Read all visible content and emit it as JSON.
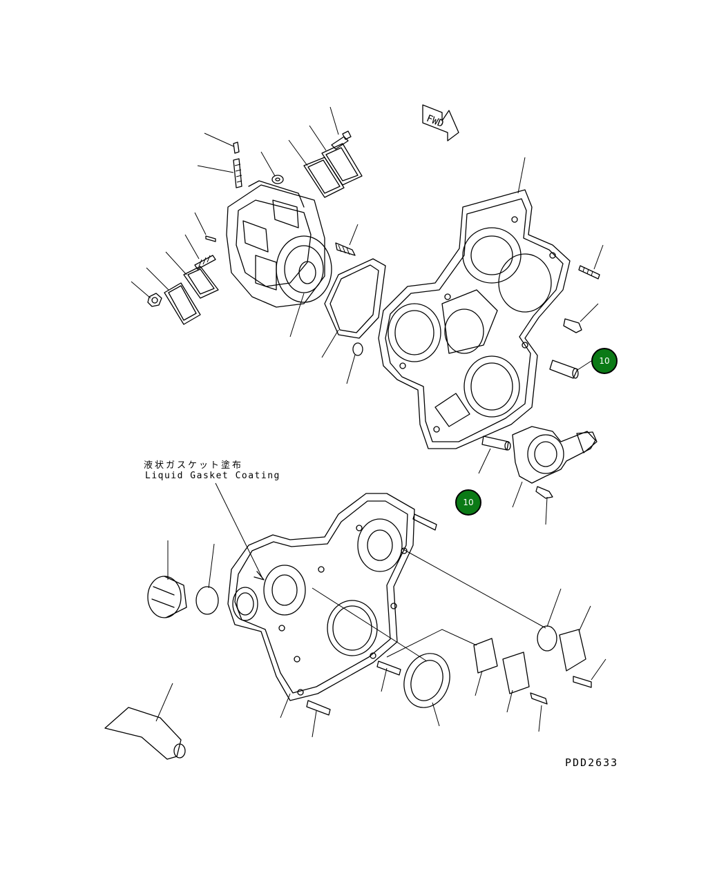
{
  "diagram": {
    "fwd_label": "FWD",
    "note_japanese": "液状ガスケット塗布",
    "note_english": "Liquid Gasket Coating",
    "drawing_code": "PDD2633",
    "callouts": [
      {
        "id": "a",
        "label": "10",
        "color": "#0b7a16"
      },
      {
        "id": "b",
        "label": "10",
        "color": "#0b7a16"
      }
    ]
  }
}
